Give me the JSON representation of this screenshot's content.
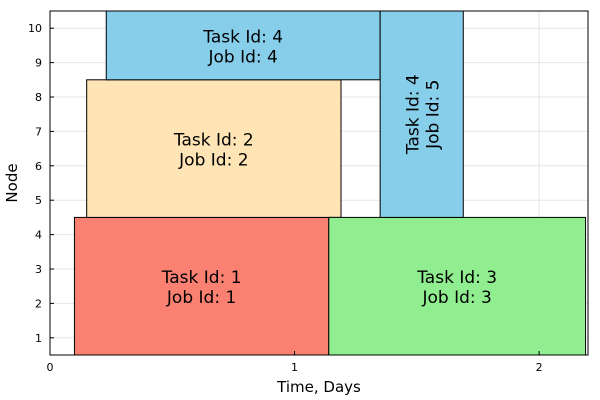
{
  "chart_data": {
    "type": "gantt",
    "xlabel": "Time, Days",
    "ylabel": "Node",
    "xlim": [
      0,
      2.2
    ],
    "ylim": [
      0.5,
      10.5
    ],
    "xticks": [
      "0",
      "1",
      "2"
    ],
    "yticks": [
      "1",
      "2",
      "3",
      "4",
      "5",
      "6",
      "7",
      "8",
      "9",
      "10"
    ],
    "grid": true,
    "tasks": [
      {
        "line1": "Task Id: 1",
        "line2": "Job Id: 1",
        "x_start": 0.1,
        "x_end": 1.14,
        "node_start": 1,
        "node_end": 4,
        "color": "#fa8072",
        "orientation": "horizontal"
      },
      {
        "line1": "Task Id: 2",
        "line2": "Job Id: 2",
        "x_start": 0.15,
        "x_end": 1.19,
        "node_start": 5,
        "node_end": 8,
        "color": "#ffe4b5",
        "orientation": "horizontal"
      },
      {
        "line1": "Task Id: 3",
        "line2": "Job Id: 3",
        "x_start": 1.14,
        "x_end": 2.19,
        "node_start": 1,
        "node_end": 4,
        "color": "#90ee90",
        "orientation": "horizontal"
      },
      {
        "line1": "Task Id: 4",
        "line2": "Job Id: 4",
        "x_start": 0.23,
        "x_end": 1.35,
        "node_start": 9,
        "node_end": 10,
        "color": "#87ceeb",
        "orientation": "horizontal"
      },
      {
        "line1": "Task Id: 4",
        "line2": "Job Id: 5",
        "x_start": 1.35,
        "x_end": 1.69,
        "node_start": 5,
        "node_end": 10,
        "color": "#87ceeb",
        "orientation": "vertical"
      }
    ]
  }
}
